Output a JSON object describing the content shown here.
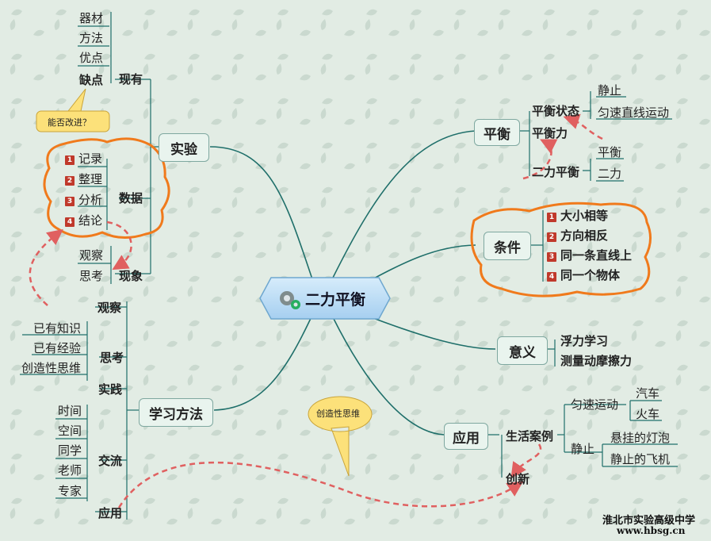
{
  "center": {
    "title": "二力平衡"
  },
  "experiment": {
    "label": "实验",
    "existing": {
      "label": "现有",
      "items": [
        "器材",
        "方法",
        "优点",
        "缺点"
      ]
    },
    "callout": "能否改进？",
    "data": {
      "label": "数据",
      "items": [
        "记录",
        "整理",
        "分析",
        "结论"
      ],
      "badges": [
        "1",
        "2",
        "3",
        "4"
      ]
    },
    "phenomenon": {
      "label": "现象",
      "items": [
        "观察",
        "思考"
      ]
    }
  },
  "methods": {
    "label": "学习方法",
    "observe": "观察",
    "think": {
      "label": "思考",
      "items": [
        "已有知识",
        "已有经验",
        "创造性思维"
      ]
    },
    "practice": "实践",
    "exchange": {
      "label": "交流",
      "items": [
        "时间",
        "空间",
        "同学",
        "老师",
        "专家"
      ]
    },
    "apply": "应用"
  },
  "balance": {
    "label": "平衡",
    "state": {
      "label": "平衡状态",
      "items": [
        "静止",
        "匀速直线运动"
      ]
    },
    "force": "平衡力",
    "two": {
      "label": "二力平衡",
      "items": [
        "平衡",
        "二力"
      ]
    }
  },
  "conditions": {
    "label": "条件",
    "items": [
      "大小相等",
      "方向相反",
      "同一条直线上",
      "同一个物体"
    ],
    "badges": [
      "1",
      "2",
      "3",
      "4"
    ]
  },
  "meaning": {
    "label": "意义",
    "items": [
      "浮力学习",
      "测量动摩擦力"
    ]
  },
  "application": {
    "label": "应用",
    "cases": {
      "label": "生活案例",
      "uniform": {
        "label": "匀速运动",
        "items": [
          "汽车",
          "火车"
        ]
      },
      "still": {
        "label": "静止",
        "items": [
          "悬挂的灯泡",
          "静止的飞机"
        ]
      }
    },
    "innovation": "创新"
  },
  "creative_callout": "创造性思维",
  "watermark": {
    "line1": "淮北市实验高级中学",
    "line2": "www.hbsg.cn"
  },
  "colors": {
    "branch": "#1f6f6a",
    "cloud": "#f07a1c",
    "dash": "#e06060",
    "callout_fill": "#fce17a"
  }
}
